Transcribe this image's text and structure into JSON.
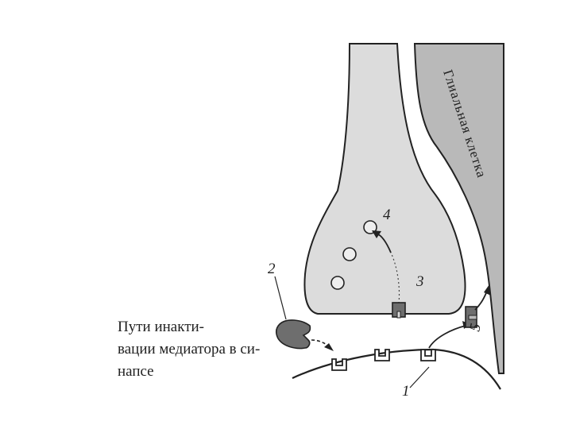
{
  "caption": {
    "line1": "Пути инакти-",
    "line2": "вации медиатора в си-",
    "line3": "напсе"
  },
  "labels": {
    "l1": "1",
    "l2": "2",
    "l3": "3",
    "l4": "4",
    "l5": "5",
    "glia": "Глиальная клетка"
  },
  "colors": {
    "terminal_fill": "#dcdcdc",
    "glia_fill": "#b9b9b9",
    "receptor_fill": "#6e6e6e",
    "outline": "#222222"
  }
}
